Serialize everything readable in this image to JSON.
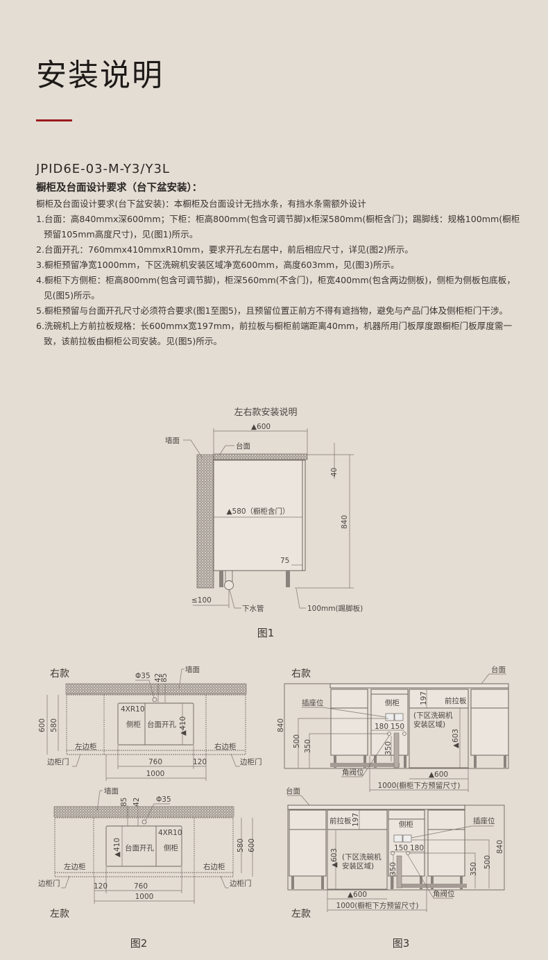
{
  "header": {
    "title": "安装说明",
    "accent_color": "#9b1b1f"
  },
  "spec": {
    "model": "JPID6E-03-M-Y3/Y3L",
    "heading": "橱柜及台面设计要求（台下盆安装）：",
    "items": [
      "橱柜及台面设计要求(台下盆安装)：本橱柜及台面设计无挡水条，有挡水条需额外设计",
      "1.台面：高840mmx深600mm；下柜：柜高800mm(包含可调节脚)x柜深580mm(橱柜含门)；踢脚线：规格100mm(橱柜预留105mm高度尺寸)，见(图1)所示。",
      "2.台面开孔：760mmx410mmxR10mm，要求开孔左右居中，前后相应尺寸，详见(图2)所示。",
      "3.橱柜预留净宽1000mm，下区洗碗机安装区域净宽600mm，高度603mm，见(图3)所示。",
      "4.橱柜下方侧柜：柜高800mm(包含可调节脚)，柜深560mm(不含门)，柜宽400mm(包含两边侧板)，侧柜为侧板包底板，见(图5)所示。",
      "5.橱柜预留与台面开孔尺寸必须符合要求(图1至图5)，且预留位置正前方不得有遮挡物，避免与产品门体及侧柜柜门干涉。",
      "6.洗碗机上方前拉板规格：长600mmx宽197mm，前拉板与橱柜前端距离40mm，机器所用门板厚度跟橱柜门板厚度需一致，该前拉板由橱柜公司安装。见(图5)所示。"
    ]
  },
  "fig1": {
    "title": "左右款安装说明",
    "dim_600": "▲600",
    "dim_580": "▲580（橱柜含门）",
    "dim_40": "40",
    "dim_840": "840",
    "dim_75": "75",
    "dim_100": "≤100",
    "wall": "墙面",
    "countertop": "台面",
    "drain": "下水管",
    "kick": "100mm(踢脚板)",
    "caption": "图1"
  },
  "fig2": {
    "caption": "图2",
    "right": {
      "label": "右款",
      "phi": "Φ35",
      "d42": "42",
      "d85": "85",
      "wall": "墙面",
      "r": "4XR10",
      "side_cab": "侧柜",
      "hole": "台面开孔",
      "d410": "▲410",
      "left_cab": "左边柜",
      "right_cab": "右边柜",
      "door_l": "边柜门",
      "door_r": "边柜门",
      "d760": "760",
      "d120": "120",
      "d1000": "1000",
      "d600": "600",
      "d580": "580"
    },
    "left": {
      "label": "左款",
      "phi": "Φ35",
      "d42": "42",
      "d85": "85",
      "wall": "墙面",
      "r": "4XR10",
      "side_cab": "侧柜",
      "hole": "台面开孔",
      "d410": "▲410",
      "left_cab": "左边柜",
      "right_cab": "右边柜",
      "door_l": "边柜门",
      "door_r": "边柜门",
      "d760": "760",
      "d120": "120",
      "d1000": "1000",
      "d600": "600",
      "d580": "580"
    }
  },
  "fig3": {
    "caption": "图3",
    "right": {
      "label": "右款",
      "countertop": "台面",
      "socket": "插座位",
      "side_cab": "侧柜",
      "d197": "197",
      "front_panel": "前拉板",
      "zone1": "(下区洗碗机",
      "zone2": "安装区域)",
      "d603": "▲603",
      "d840": "840",
      "d500": "500",
      "d350a": "350",
      "d350b": "350",
      "d180": "180",
      "d150": "150",
      "valve": "角阀位",
      "d600": "▲600",
      "d1000": "1000(橱柜下方预留尺寸)"
    },
    "left": {
      "label": "左款",
      "countertop": "台面",
      "socket": "插座位",
      "side_cab": "侧柜",
      "d197": "197",
      "front_panel": "前拉板",
      "zone1": "(下区洗碗机",
      "zone2": "安装区域)",
      "d603": "▲603",
      "d840": "840",
      "d500": "500",
      "d350a": "350",
      "d350b": "350",
      "d180": "180",
      "d150": "150",
      "valve": "角阀位",
      "d600": "▲600",
      "d1000": "1000(橱柜下方预留尺寸)"
    }
  }
}
